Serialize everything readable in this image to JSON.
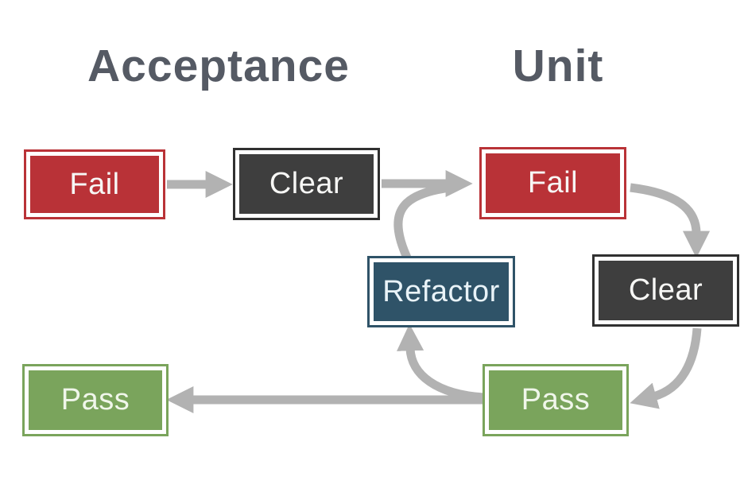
{
  "headings": {
    "acceptance": "Acceptance",
    "unit": "Unit"
  },
  "nodes": {
    "acceptance_fail": {
      "label": "Fail",
      "color": "#b93237"
    },
    "acceptance_clear": {
      "label": "Clear",
      "color": "#3e3e3e"
    },
    "unit_fail": {
      "label": "Fail",
      "color": "#b93237"
    },
    "unit_clear": {
      "label": "Clear",
      "color": "#3e3e3e"
    },
    "unit_refactor": {
      "label": "Refactor",
      "color": "#2f5368"
    },
    "unit_pass": {
      "label": "Pass",
      "color": "#7aa45c"
    },
    "acceptance_pass": {
      "label": "Pass",
      "color": "#7aa45c"
    }
  },
  "edges": [
    {
      "from": "acceptance_fail",
      "to": "acceptance_clear"
    },
    {
      "from": "acceptance_clear",
      "to": "unit_fail"
    },
    {
      "from": "unit_refactor",
      "to": "unit_fail"
    },
    {
      "from": "unit_fail",
      "to": "unit_clear"
    },
    {
      "from": "unit_clear",
      "to": "unit_pass"
    },
    {
      "from": "unit_pass",
      "to": "unit_refactor"
    },
    {
      "from": "unit_pass",
      "to": "acceptance_pass"
    }
  ],
  "colors": {
    "heading_text": "#555a64",
    "arrow": "#b2b2b2",
    "node_text": "#f7f7f5",
    "background": "#ffffff"
  }
}
